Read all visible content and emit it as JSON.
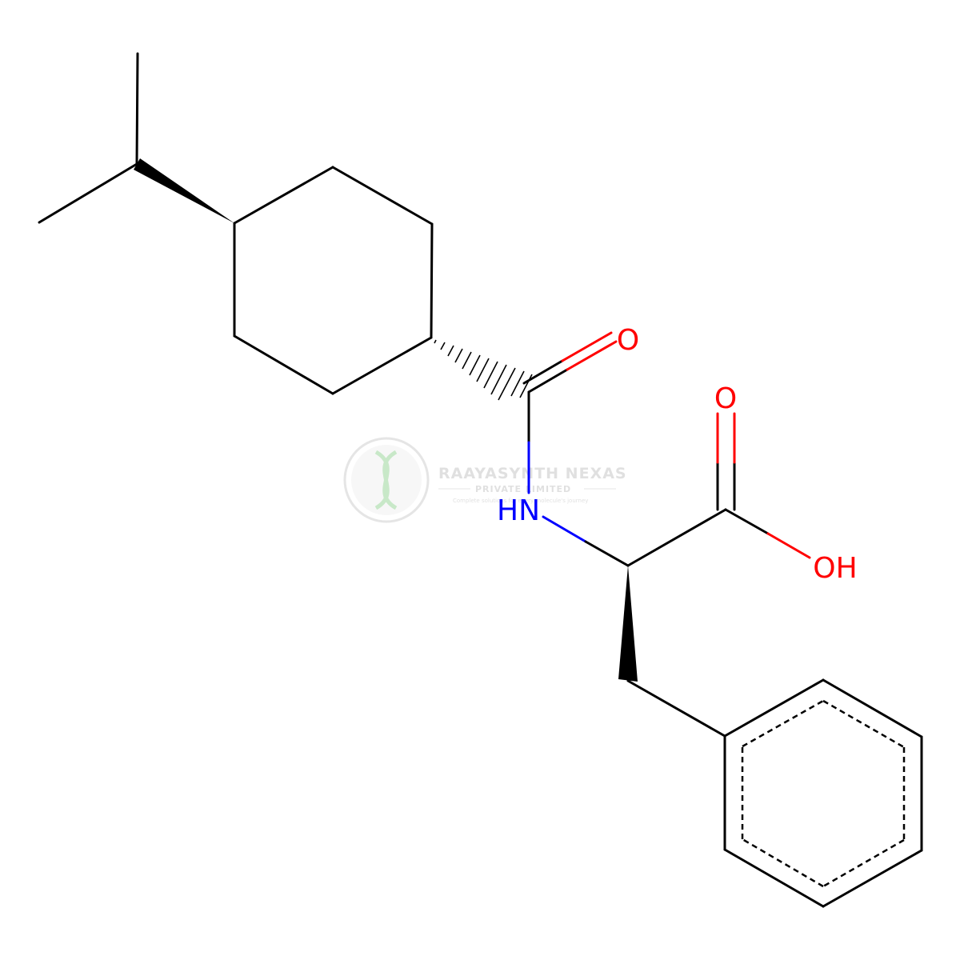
{
  "colors": {
    "bond": "#000000",
    "oxygen": "#ff0000",
    "nitrogen": "#0000ff",
    "watermark": "#c8c8c8",
    "watermark_accent": "#8fd08f"
  },
  "atoms": {
    "carbonyl_oxygen": "O",
    "acid_oxygen": "O",
    "hydroxyl": "OH",
    "amide_nitrogen": "HN"
  },
  "watermark": {
    "company": "RAAYASYNTH NEXAS",
    "subtitle": "PRIVATE LIMITED",
    "tagline": "Complete solutions for every molecule's journey"
  }
}
